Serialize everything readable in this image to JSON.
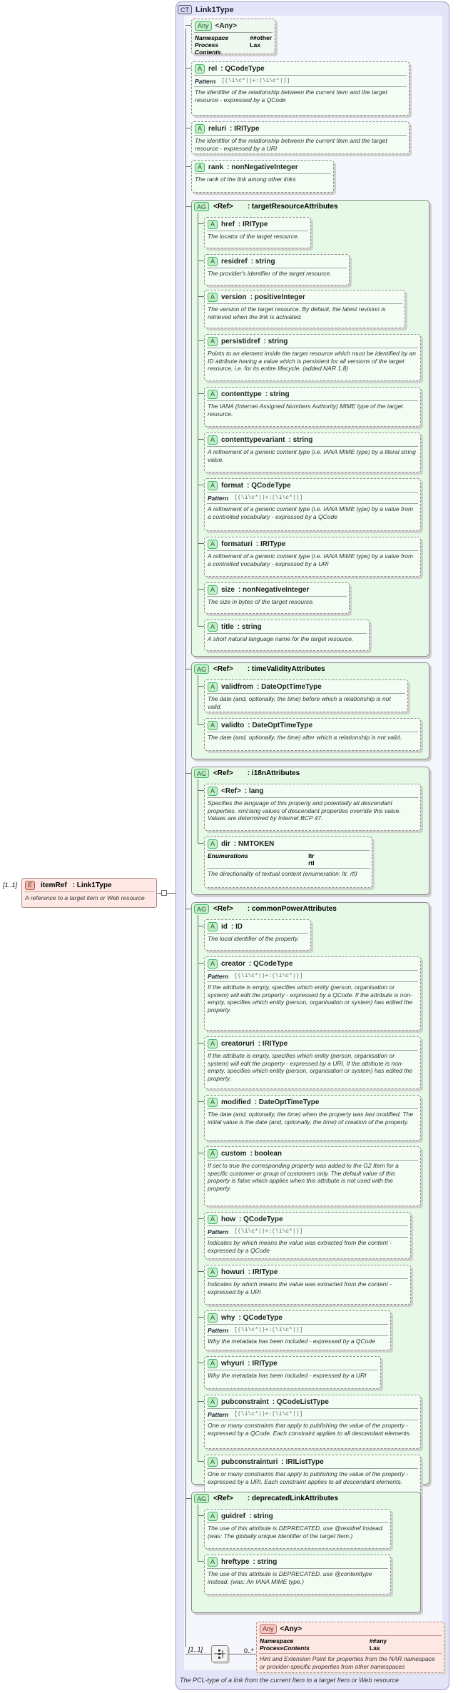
{
  "complex_type": {
    "badge": "CT",
    "name": "Link1Type",
    "doc": "The PCL-type of a link from the current Item to a target Item or Web resource"
  },
  "element": {
    "badge": "E",
    "cardinality": "[1..1]",
    "name": "itemRef",
    "type": ": Link1Type",
    "doc": "A reference to a target item or Web resource"
  },
  "any_top": {
    "badge": "Any",
    "name": "<Any>",
    "namespace_label": "Namespace",
    "namespace_value": "##other",
    "process_label": "Process Contents",
    "process_value": "Lax"
  },
  "attributes_top": [
    {
      "name": "rel",
      "type": ": QCodeType",
      "pattern_label": "Pattern",
      "pattern": "[(\\i\\c*|)+:(\\i\\c*|)]",
      "doc": "The identifier of the relationship between the current Item and the target resource - expressed by a QCode"
    },
    {
      "name": "reluri",
      "type": ": IRIType",
      "doc": "The identifier of the relationship between the current Item and the target resource - expressed by a URI"
    },
    {
      "name": "rank",
      "type": ": nonNegativeInteger",
      "doc": "The rank of the link among other links"
    }
  ],
  "groups": [
    {
      "badge": "AG",
      "ref": "<Ref>",
      "name": ": targetResourceAttributes",
      "attrs": [
        {
          "name": "href",
          "type": ": IRIType",
          "doc": "The locator of the target resource."
        },
        {
          "name": "residref",
          "type": ": string",
          "doc": "The  provider's identifier of the target resource."
        },
        {
          "name": "version",
          "type": ": positiveInteger",
          "doc": "The version of the target resource. By default, the latest revision is retrieved when the link is activated."
        },
        {
          "name": "persistidref",
          "type": ": string",
          "doc": "Points to an element inside the target resource which must be identified by an ID attribute having a value which is persistent for all versions of the target resource, i.e. for its entire lifecycle. (added NAR 1.8)"
        },
        {
          "name": "contenttype",
          "type": ": string",
          "doc": "The IANA (Internet Assigned Numbers Authority) MIME type of the target resource."
        },
        {
          "name": "contenttypevariant",
          "type": ": string",
          "doc": "A refinement of a generic content type (i.e. IANA MIME type) by a literal string value."
        },
        {
          "name": "format",
          "type": ": QCodeType",
          "pattern_label": "Pattern",
          "pattern": "[(\\i\\c*|)+:(\\i\\c*|)]",
          "doc": "A refinement of a generic content type (i.e. IANA MIME type) by a value from a controlled vocabulary - expressed by a QCode"
        },
        {
          "name": "formaturi",
          "type": ": IRIType",
          "doc": "A refinement of a generic content type (i.e. IANA MIME type) by a value from a controlled vocabulary - expressed by a URI"
        },
        {
          "name": "size",
          "type": ": nonNegativeInteger",
          "doc": "The size in bytes of the target resource."
        },
        {
          "name": "title",
          "type": ": string",
          "doc": "A short natural language name for the target resource."
        }
      ]
    },
    {
      "badge": "AG",
      "ref": "<Ref>",
      "name": ": timeValidityAttributes",
      "attrs": [
        {
          "name": "validfrom",
          "type": ": DateOptTimeType",
          "doc": "The date (and, optionally, the time) before which a relationship is not valid."
        },
        {
          "name": "validto",
          "type": ": DateOptTimeType",
          "doc": "The date (and, optionally, the time) after which a relationship is not valid."
        }
      ]
    },
    {
      "badge": "AG",
      "ref": "<Ref>",
      "name": ": i18nAttributes",
      "attrs": [
        {
          "name": "<Ref>",
          "type": ": lang",
          "doc": "Specifies the language of this property and potentially all descendant properties. xml:lang values of descendant properties override this value. Values are determined by Internet BCP 47."
        },
        {
          "name": "dir",
          "type": ": NMTOKEN",
          "enum_label": "Enumerations",
          "enum": [
            "ltr",
            "rtl"
          ],
          "doc": "The directionality of textual content (enumeration: ltr, rtl)"
        }
      ]
    },
    {
      "badge": "AG",
      "ref": "<Ref>",
      "name": ": commonPowerAttributes",
      "attrs": [
        {
          "name": "id",
          "type": ": ID",
          "doc": "The local identifier of the property."
        },
        {
          "name": "creator",
          "type": ": QCodeType",
          "pattern_label": "Pattern",
          "pattern": "[(\\i\\c*|)+:(\\i\\c*|)]",
          "doc": "If the attribute is empty, specifies which entity (person, organisation or system) will edit the property - expressed by a QCode. If the attribute is non-empty, specifies which entity (person, organisation or system) has edited the property."
        },
        {
          "name": "creatoruri",
          "type": ": IRIType",
          "doc": "If the attribute is empty, specifies which entity (person, organisation or system) will edit the property - expressed by a URI. If the attribute is non-empty, specifies which entity (person, organisation or system) has edited the property."
        },
        {
          "name": "modified",
          "type": ": DateOptTimeType",
          "doc": "The date (and, optionally, the time) when the property was last modified. The initial value is the date (and, optionally, the time) of creation of the property."
        },
        {
          "name": "custom",
          "type": ": boolean",
          "doc": "If set to true the corresponding property was added to the G2 Item for a specific customer or group of customers only. The default value of this property is false which applies when this attribute is not used with the property."
        },
        {
          "name": "how",
          "type": ": QCodeType",
          "pattern_label": "Pattern",
          "pattern": "[(\\i\\c*|)+:(\\i\\c*|)]",
          "doc": "Indicates by which means the value was extracted from the content - expressed by a QCode"
        },
        {
          "name": "howuri",
          "type": ": IRIType",
          "doc": "Indicates by which means the value was extracted from the content - expressed by a URI"
        },
        {
          "name": "why",
          "type": ": QCodeType",
          "pattern_label": "Pattern",
          "pattern": "[(\\i\\c*|)+:(\\i\\c*|)]",
          "doc": "Why the metadata has been included - expressed by a QCode"
        },
        {
          "name": "whyuri",
          "type": ": IRIType",
          "doc": "Why the metadata has been included - expressed by a URI"
        },
        {
          "name": "pubconstraint",
          "type": ": QCodeListType",
          "pattern_label": "Pattern",
          "pattern": "[(\\i\\c*|)+:(\\i\\c*|)]",
          "doc": "One or many constraints that apply to publishing the value of the property - expressed by a QCode. Each constraint applies to all descendant elements."
        },
        {
          "name": "pubconstrainturi",
          "type": ": IRIListType",
          "doc": "One or many constraints that apply to publishing the value of the property - expressed by a URI. Each constraint applies to all descendant elements."
        }
      ]
    },
    {
      "badge": "AG",
      "ref": "<Ref>",
      "name": ": deprecatedLinkAttributes",
      "attrs": [
        {
          "name": "guidref",
          "type": ": string",
          "doc": "The use of this attribute is DEPRECATED, use @residref instead. (was: The globally unique Identifier of the target Item.)"
        },
        {
          "name": "hreftype",
          "type": ": string",
          "doc": "The use of this attribute is DEPRECATED, use @contenttype instead. (was: An IANA MIME type.)"
        }
      ]
    }
  ],
  "sequence": {
    "cardinality": "[1..1]",
    "any_cardinality": "0..*"
  },
  "any_bottom": {
    "badge": "Any",
    "name": "<Any>",
    "namespace_label": "Namespace",
    "namespace_value": "##any",
    "process_label": "ProcessContents",
    "process_value": "Lax",
    "doc": "Hint and Extension Point for properties from the NAR namespace or provider-specific properties from other namespaces"
  },
  "colors": {
    "ct_bg": "#e4e4f8",
    "attr_bg": "#f3fdf3",
    "group_bg": "#e6f8e6",
    "element_bg": "#fde8e4"
  }
}
